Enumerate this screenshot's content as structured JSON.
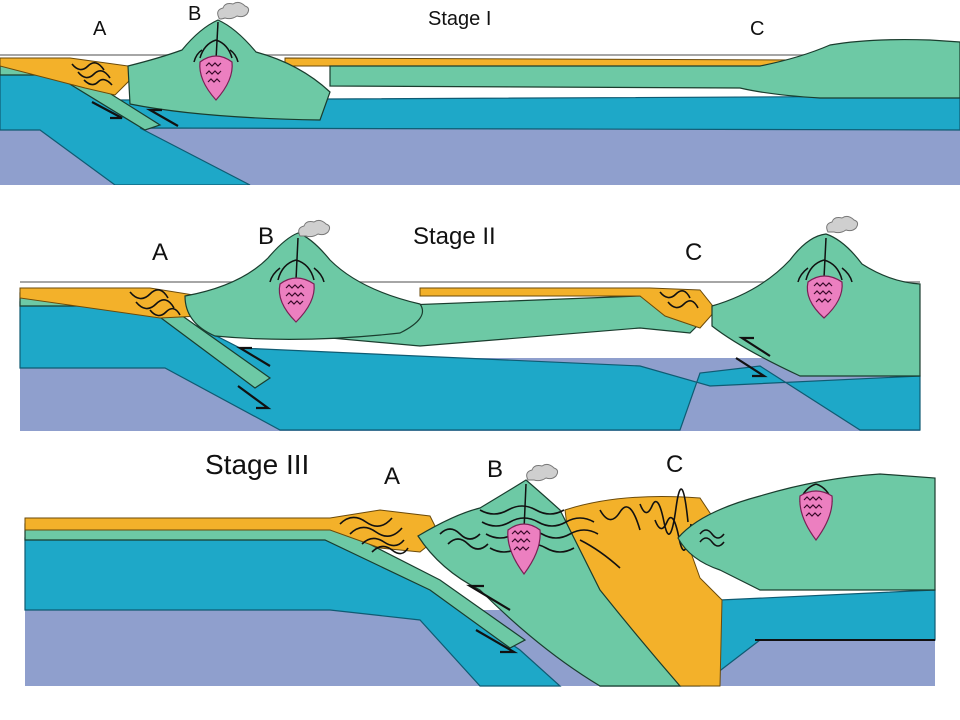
{
  "stages": [
    {
      "title": "Stage I",
      "labels": {
        "a": "A",
        "b": "B",
        "c": "C"
      }
    },
    {
      "title": "Stage II",
      "labels": {
        "a": "A",
        "b": "B",
        "c": "C"
      }
    },
    {
      "title": "Stage III",
      "labels": {
        "a": "A",
        "b": "B",
        "c": "C"
      }
    }
  ],
  "colors": {
    "mantle": "#8f9fcd",
    "lithosphere": "#1ea8c8",
    "arc_crust": "#6dc9a5",
    "sediment": "#f3b12a",
    "magma": "#ec7fc0",
    "volcanic_plume": "#cfcfcf"
  }
}
